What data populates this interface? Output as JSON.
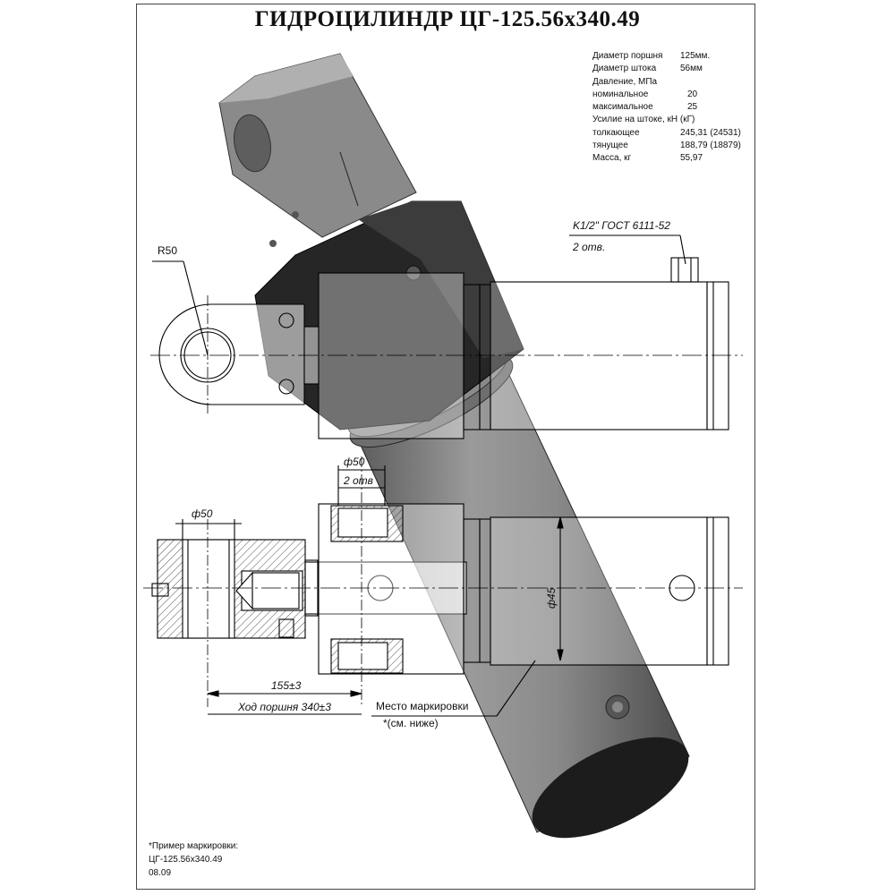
{
  "title": "ГИДРОЦИЛИНДР ЦГ-125.56х340.49",
  "specs": [
    {
      "label": "Диаметр поршня",
      "value": "125мм."
    },
    {
      "label": "Диаметр штока",
      "value": "56мм"
    },
    {
      "label": "Давление, МПа",
      "value": ""
    },
    {
      "label": "номинальное",
      "value": "20"
    },
    {
      "label": "максимальное",
      "value": "25"
    },
    {
      "label": "Усилие на штоке, кН (кГ)",
      "value": ""
    },
    {
      "label": "толкающее",
      "value": "245,31 (24531)"
    },
    {
      "label": "тянущее",
      "value": "188,79 (18879)"
    },
    {
      "label": "Масса, кг",
      "value": "55,97"
    }
  ],
  "dimensions": {
    "r50": "R50",
    "port": "K1/2\" ГОСТ 6111-52",
    "port_count": "2 отв.",
    "d50_top": "ф50",
    "holes_2": "2 отв",
    "d50_left": "ф50",
    "d45": "ф45",
    "d155": "155±3",
    "stroke": "Ход поршня 340±3"
  },
  "marking": {
    "place": "Место маркировки",
    "see_below": "*(см. ниже)"
  },
  "note": {
    "line1": "*Пример маркировки:",
    "line2": "ЦГ-125.56х340.49",
    "line3": "08.09"
  }
}
